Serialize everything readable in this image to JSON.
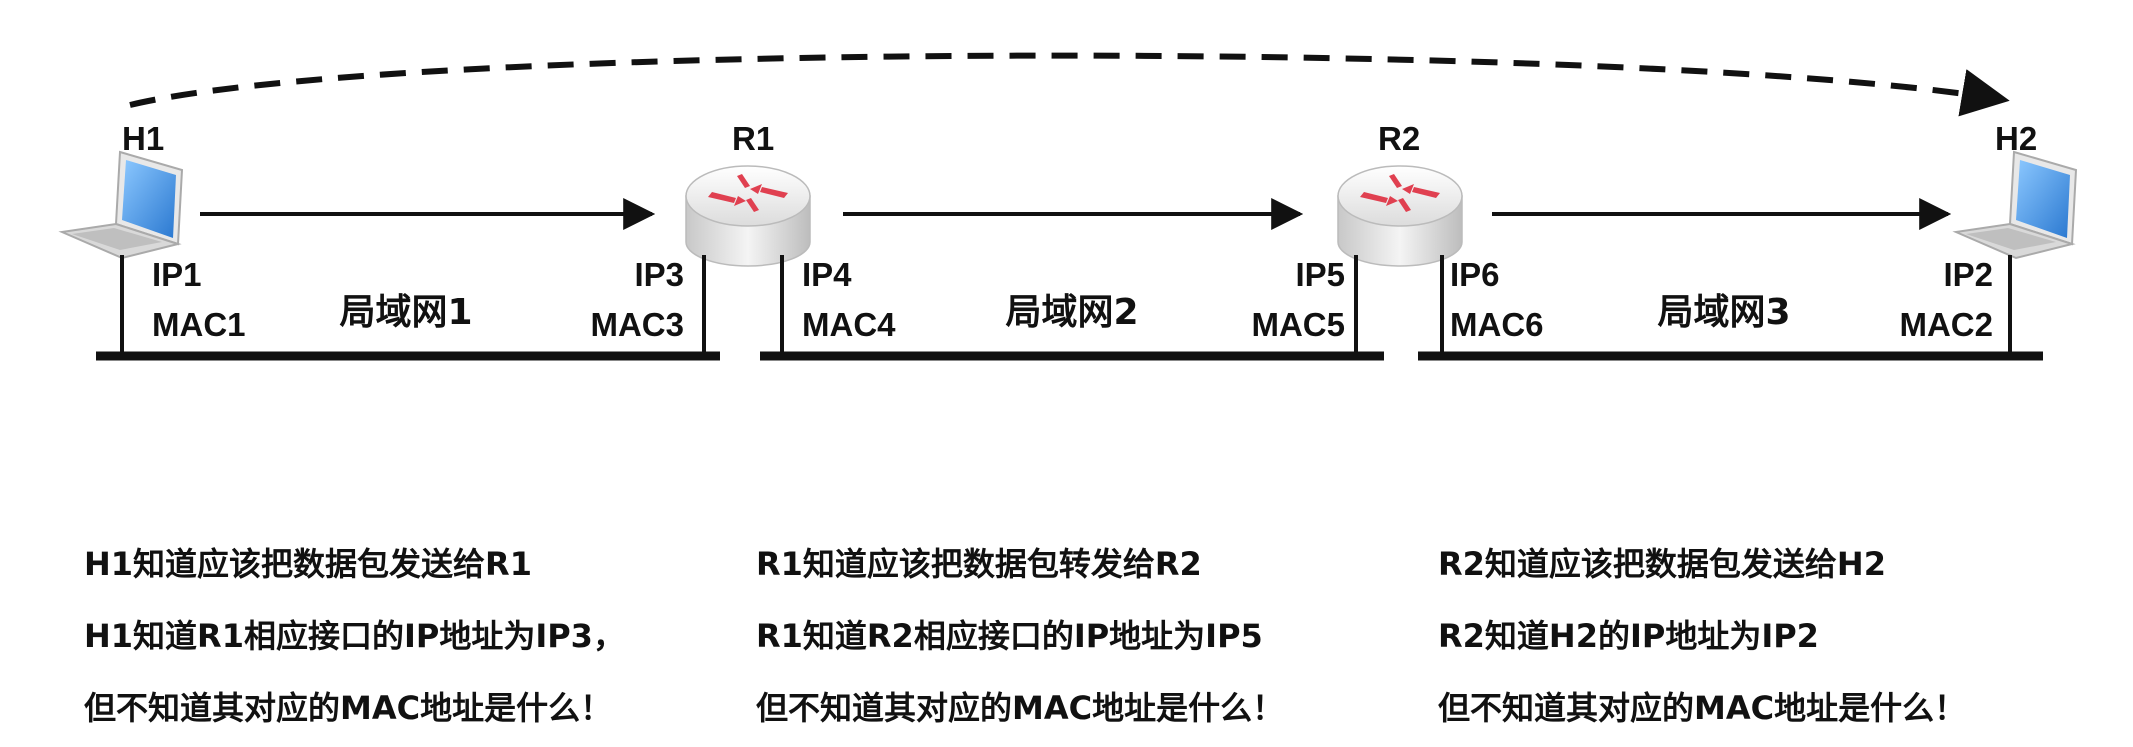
{
  "nodes": {
    "h1": "H1",
    "r1": "R1",
    "r2": "R2",
    "h2": "H2"
  },
  "interfaces": {
    "h1": {
      "ip": "IP1",
      "mac": "MAC1"
    },
    "r1_left": {
      "ip": "IP3",
      "mac": "MAC3"
    },
    "r1_right": {
      "ip": "IP4",
      "mac": "MAC4"
    },
    "r2_left": {
      "ip": "IP5",
      "mac": "MAC5"
    },
    "r2_right": {
      "ip": "IP6",
      "mac": "MAC6"
    },
    "h2": {
      "ip": "IP2",
      "mac": "MAC2"
    }
  },
  "lans": [
    "局域网1",
    "局域网2",
    "局域网3"
  ],
  "notes": [
    [
      "H1知道应该把数据包发送给R1",
      "H1知道R1相应接口的IP地址为IP3，",
      "但不知道其对应的MAC地址是什么！"
    ],
    [
      "R1知道应该把数据包转发给R2",
      "R1知道R2相应接口的IP地址为IP5",
      "但不知道其对应的MAC地址是什么！"
    ],
    [
      "R2知道应该把数据包发送给H2",
      "R2知道H2的IP地址为IP2",
      "但不知道其对应的MAC地址是什么！"
    ]
  ],
  "colors": {
    "line": "#111111",
    "router_arrow": "#e04050",
    "laptop_screen": "#3b8fe0"
  }
}
